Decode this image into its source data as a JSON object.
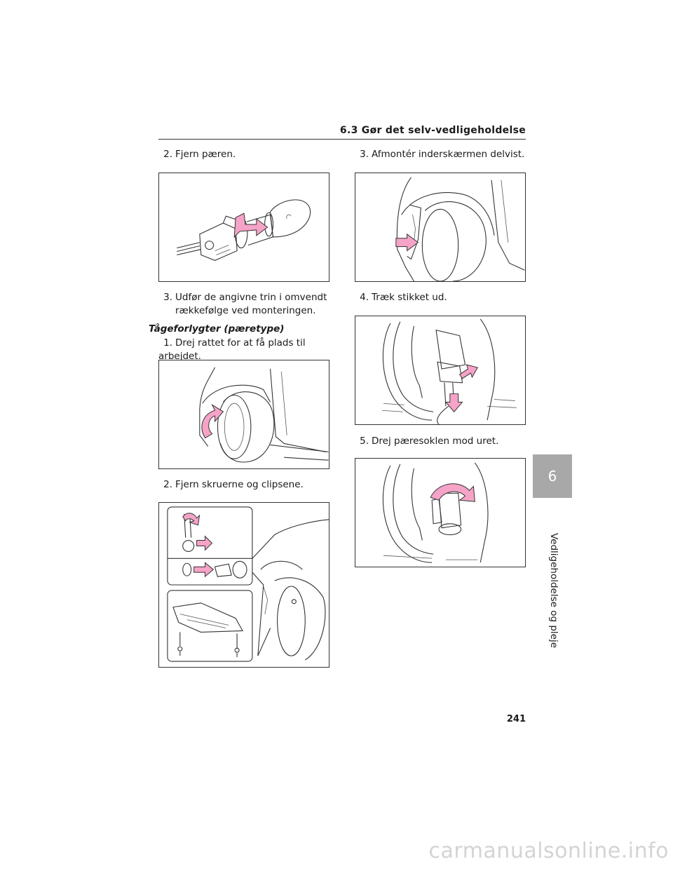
{
  "header": {
    "section": "6.3  Gør det selv-vedligeholdelse"
  },
  "left": {
    "step2": {
      "num": "2.",
      "text": "Fjern pæren."
    },
    "step3": {
      "num": "3.",
      "line1": "Udfør de angivne trin i omvendt",
      "line2": "rækkefølge ved monteringen."
    },
    "subheading": "Tågeforlygter (pæretype)",
    "fog_step1": {
      "num": "1.",
      "text": "Drej rattet for at få plads til arbejdet."
    },
    "fog_step2": {
      "num": "2.",
      "text": "Fjern skruerne og clipsene."
    }
  },
  "right": {
    "step3": {
      "num": "3.",
      "text": "Afmontér inderskærmen delvist."
    },
    "step4": {
      "num": "4.",
      "text": "Træk stikket ud."
    },
    "step5": {
      "num": "5.",
      "text": "Drej pæresoklen mod uret."
    }
  },
  "side_tab": {
    "number": "6",
    "label": "Vedligeholdelse og pleje"
  },
  "page_number": "241",
  "watermark": "carmanualsonline.info",
  "colors": {
    "arrow_fill": "#f5a3c7",
    "tab_gray": "#a8a8a8"
  }
}
